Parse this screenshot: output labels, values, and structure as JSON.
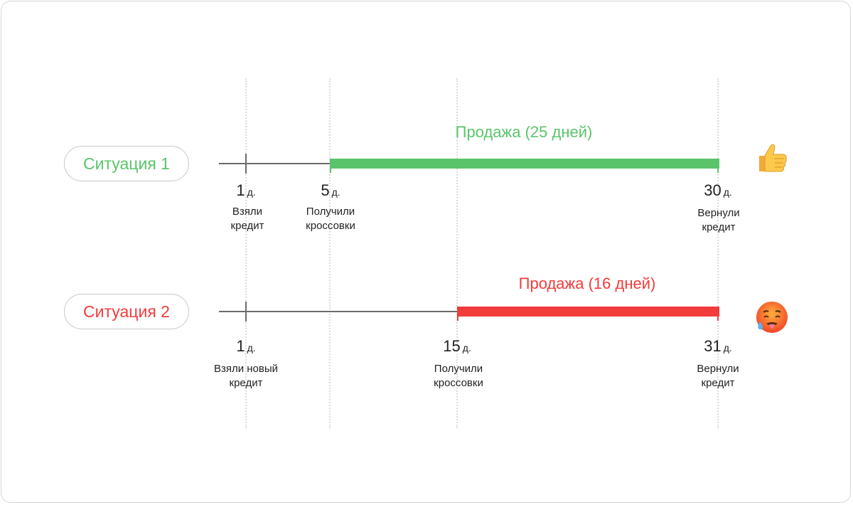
{
  "colors": {
    "green": "#5ac46a",
    "red": "#f23b3b",
    "axis": "#6b6b6b"
  },
  "unit": "д.",
  "situations": [
    {
      "label": "Ситуация 1",
      "sale_label": "Продажа (25 дней)",
      "emoji": "thumbs-up",
      "points": [
        {
          "day": "1",
          "caption1": "Взяли",
          "caption2": "кредит"
        },
        {
          "day": "5",
          "caption1": "Получили",
          "caption2": "кроссовки"
        },
        {
          "day": "30",
          "caption1": "Вернули",
          "caption2": "кредит"
        }
      ]
    },
    {
      "label": "Ситуация 2",
      "sale_label": "Продажа (16 дней)",
      "emoji": "hot-face",
      "points": [
        {
          "day": "1",
          "caption1": "Взяли новый",
          "caption2": "кредит"
        },
        {
          "day": "15",
          "caption1": "Получили",
          "caption2": "кроссовки"
        },
        {
          "day": "31",
          "caption1": "Вернули",
          "caption2": "кредит"
        }
      ]
    }
  ]
}
